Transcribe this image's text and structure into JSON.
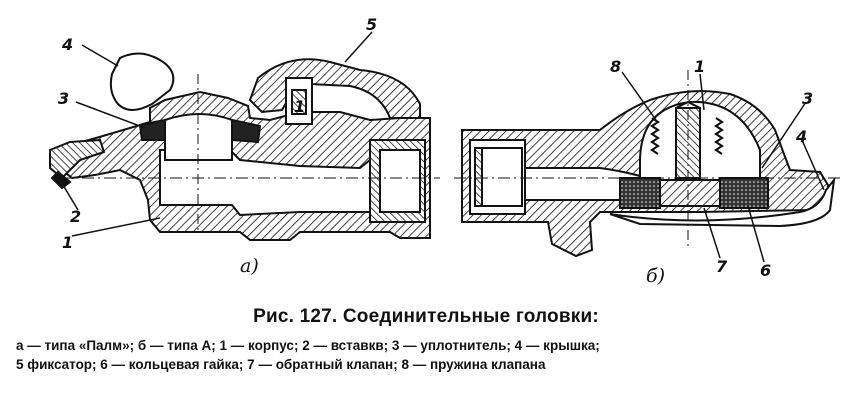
{
  "figure": {
    "left_view": {
      "sublabel": "а)",
      "callouts": [
        "4",
        "5",
        "3",
        "1",
        "2",
        "1"
      ]
    },
    "right_view": {
      "sublabel": "б)",
      "callouts": [
        "8",
        "1",
        "3",
        "4",
        "7",
        "6"
      ]
    }
  },
  "caption": {
    "title": "Рис. 127. Соединительные головки:",
    "line1": "а — типа «Палм»; б — типа А; 1 — корпус; 2 — вставкв; 3 — уплотнитель; 4 — крышка;",
    "line2": "5   фиксатор; 6 — кольцевая гайка; 7 — обратный клапан; 8 — пружина клапана"
  }
}
